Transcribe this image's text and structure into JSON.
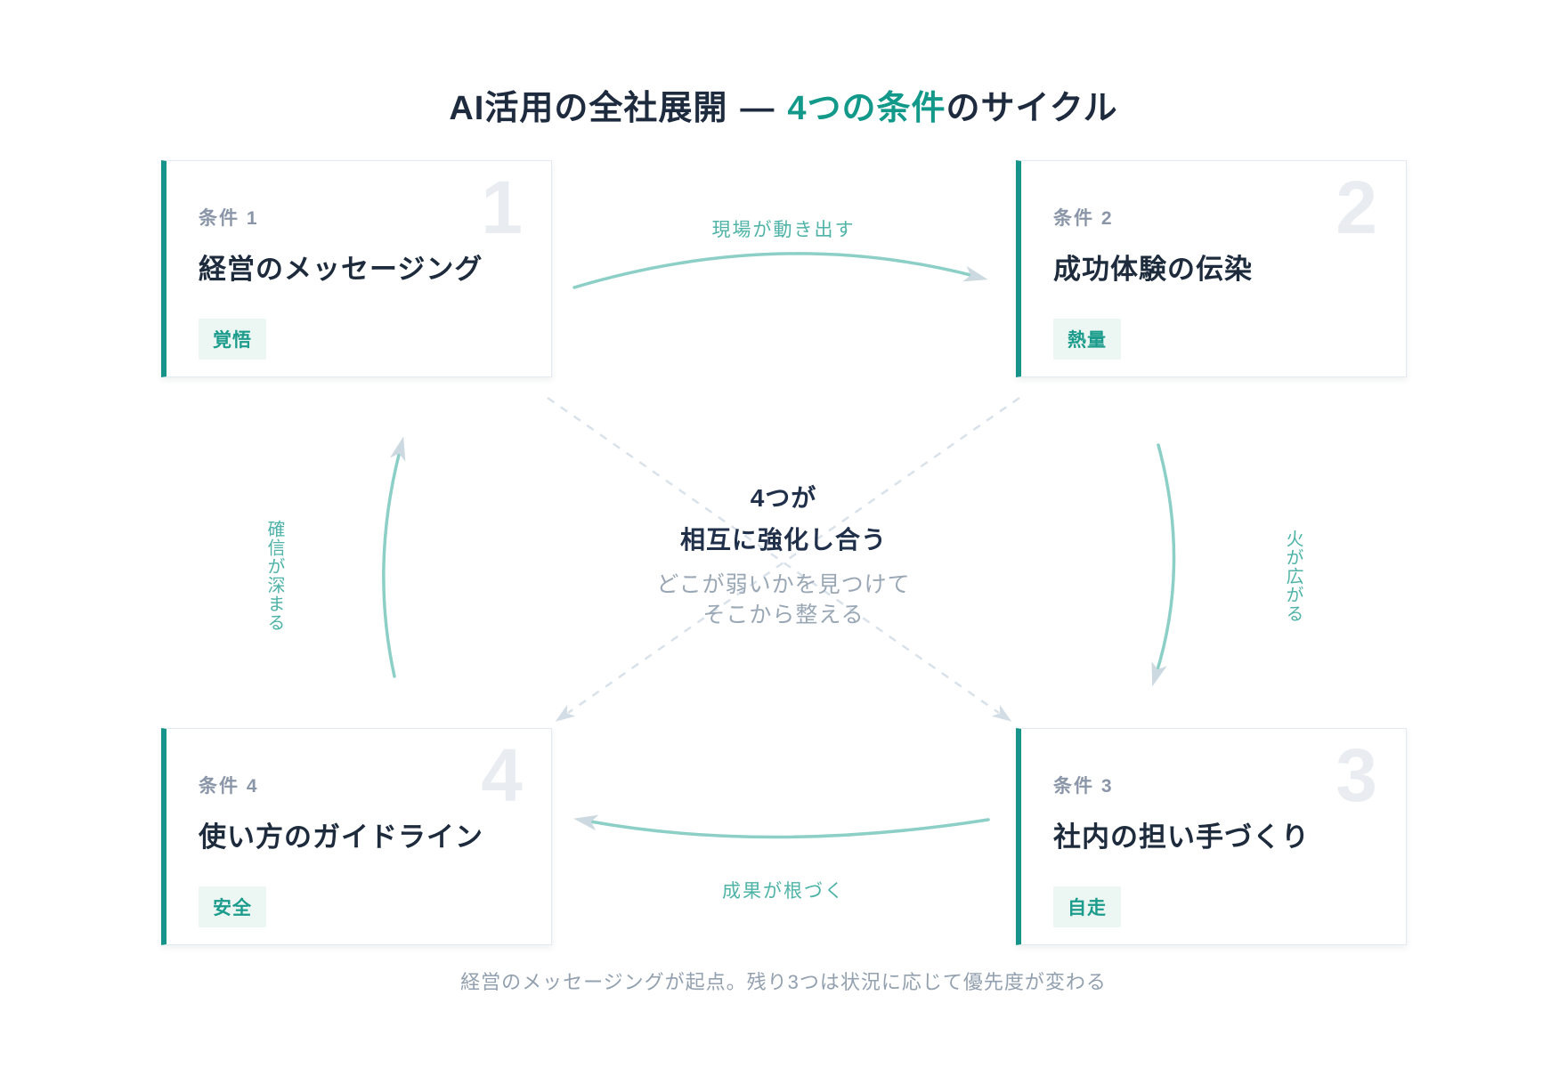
{
  "title": {
    "left": "AI活用の全社展開",
    "separator": "—",
    "highlight": "4つの条件",
    "right": "のサイクル"
  },
  "cards": [
    {
      "kicker": "条件 1",
      "title": "経営のメッセージング",
      "badge": "覚悟",
      "number": "1"
    },
    {
      "kicker": "条件 2",
      "title": "成功体験の伝染",
      "badge": "熱量",
      "number": "2"
    },
    {
      "kicker": "条件 3",
      "title": "社内の担い手づくり",
      "badge": "自走",
      "number": "3"
    },
    {
      "kicker": "条件 4",
      "title": "使い方のガイドライン",
      "badge": "安全",
      "number": "4"
    }
  ],
  "center": {
    "strong_line1": "4つが",
    "strong_line2": "相互に強化し合う",
    "sub_line1": "どこが弱いかを見つけて",
    "sub_line2": "そこから整える"
  },
  "flow_labels": {
    "top": "現場が動き出す",
    "right": "火が広がる",
    "bottom": "成果が根づく",
    "left": "確信が深まる"
  },
  "footnote": "経営のメッセージングが起点。残り3つは状況に応じて優先度が変わる",
  "colors": {
    "accent_teal": "#12998a",
    "card_bar_teal": "#17948a",
    "badge_text": "#1b9c8c",
    "badge_bg": "#ecf6f2",
    "flow_label_teal": "#4fb3a7",
    "arc_stroke": "#8ccfc6",
    "arrowhead": "#cdd9e0",
    "dashed_line": "#d9e2ea",
    "navy_text": "#1e2b3e",
    "gray_kicker": "#8a96a8",
    "gray_sub": "#9aa7b5",
    "big_number": "#e9edf1"
  }
}
